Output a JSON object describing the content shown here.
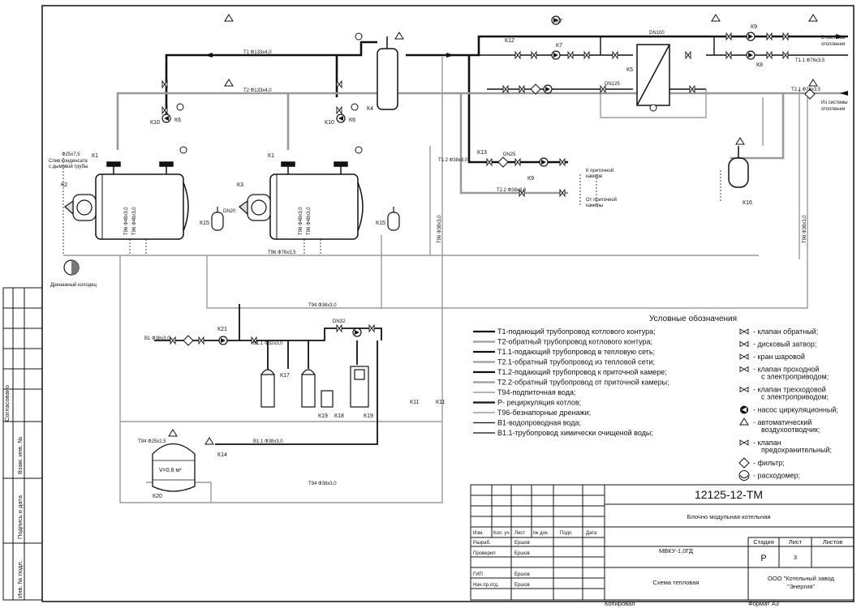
{
  "sheet": {
    "doc_code": "12125-12-ТМ",
    "object": "Блочно модульная котельная",
    "model": "МВКУ-1,0ГД",
    "drawing_title": "Схема тепловая",
    "company": [
      "ООО \"Котельный завод",
      "\"Энергия\""
    ],
    "stage_header": "Стадия",
    "sheet_header": "Лист",
    "sheets_header": "Листов",
    "stage": "Р",
    "sheet_no": "3",
    "copied": "Копировал",
    "format": "Формат А3",
    "rev_headers": [
      "Изм.",
      "Кол. уч",
      "Лист",
      "№ док.",
      "Подп.",
      "Дата"
    ],
    "roles": [
      {
        "role": "Разраб.",
        "name": "Ершов"
      },
      {
        "role": "Проверил",
        "name": "Ершов"
      },
      {
        "role": "",
        "name": ""
      },
      {
        "role": "ГИП",
        "name": "Ершов"
      },
      {
        "role": "Нач.пр.отд.",
        "name": "Ершов"
      }
    ],
    "side_stamps": [
      "Согласовано",
      "Взам. инв. №",
      "Подпись и дата",
      "Инв. № подл."
    ]
  },
  "legend": {
    "title": "Условные обозначения",
    "lines": [
      {
        "text": "Т1-подающий трубопровод котлового контура;",
        "style": "thick"
      },
      {
        "text": "Т2-обратный трубопровод котлового контура;",
        "style": "thick-gray"
      },
      {
        "text": "Т1.1-подающий трубопровод в тепловую сеть;",
        "style": "thick"
      },
      {
        "text": "Т2.1-обратный трубопровод из тепловой сети;",
        "style": "thick-gray"
      },
      {
        "text": "Т1.2-подающий трубопровод к приточной камере;",
        "style": "thick"
      },
      {
        "text": "Т2.2-обратный трубопровод от приточной камеры;",
        "style": "thick-gray"
      },
      {
        "text": "Т94-подпиточная вода;",
        "style": "gray"
      },
      {
        "text": "Р- рециркуляция котлов;",
        "style": "thick"
      },
      {
        "text": "Т96-безнапорные дренажи;",
        "style": "gray"
      },
      {
        "text": "В1-водопроводная вода;",
        "style": "thin"
      },
      {
        "text": "В1.1-трубопровод химически очищеной воды;",
        "style": "thin"
      }
    ],
    "symbols": [
      {
        "icon": "check-valve-icon",
        "text": [
          "- клапан обратный;"
        ]
      },
      {
        "icon": "butterfly-valve-icon",
        "text": [
          "- дисковый затвор;"
        ]
      },
      {
        "icon": "ball-valve-icon",
        "text": [
          "- кран шаровой"
        ]
      },
      {
        "icon": "motor-valve-icon",
        "text": [
          "- клапан проходной",
          "с электроприводом;"
        ]
      },
      {
        "icon": "three-way-valve-icon",
        "text": [
          "- клапан трехходовой",
          "с электроприводом;"
        ]
      },
      {
        "icon": "pump-icon",
        "text": [
          "- насос циркуляционный;"
        ]
      },
      {
        "icon": "air-vent-icon",
        "text": [
          "- автоматический",
          "воздухоотводчик;"
        ]
      },
      {
        "icon": "safety-valve-icon",
        "text": [
          "- клапан",
          "предохранительный;"
        ]
      },
      {
        "icon": "filter-icon",
        "text": [
          "- фильтр;"
        ]
      },
      {
        "icon": "flowmeter-icon",
        "text": [
          "- расходомер;"
        ]
      }
    ]
  },
  "labels": {
    "K1a": "К1",
    "K1b": "К1",
    "K2": "К2",
    "K3": "К3",
    "K4": "К4",
    "K5": "К5",
    "K6a": "К6",
    "K6b": "К6",
    "K7a": "К7",
    "K7b": "К7",
    "K8": "К8",
    "K9a": "К9",
    "K9b": "К9",
    "K10a": "К10",
    "K10b": "К10",
    "K11a": "К11",
    "K11b": "К11",
    "K12": "К12",
    "K13": "К13",
    "K14": "К14",
    "K15a": "К15",
    "K15b": "К15",
    "K16": "К16",
    "K17": "К17",
    "K18": "К18",
    "K19a": "К19",
    "K19b": "К19",
    "K20": "К20",
    "K21": "К21",
    "flue": "Ф25х7,5",
    "condensate": [
      "Слив конденсата",
      "с дымовой трубы"
    ],
    "drain_well": "Дренажный колодец",
    "to_heating": [
      "В системы",
      "отопления"
    ],
    "from_heating": [
      "Из системы",
      "отопления"
    ],
    "to_supply": [
      "К приточной",
      "камере"
    ],
    "from_supply": [
      "От приточной",
      "камеры"
    ],
    "tank": "V=0,8 м³",
    "pipe_T1": "Т1 Ф133х4,0",
    "pipe_T2": "Т2 Ф133х4,0",
    "pipe_T96": "Т96 Ф76х3,5",
    "pipe_T94": "Т94 Ф38х3,0",
    "pipe_T94b": "Т94 Ф38х3,0",
    "pipe_B1": "В1 Ф38х3,0",
    "pipe_B11": "В1.1 Ф32х3,0",
    "pipe_B11b": "В1.1 Ф38х3,0",
    "pipe_T12": "Т1.2 Ф38х3,0",
    "pipe_T22": "Т2.2 Ф38х3,0",
    "pipe_T11": "Т1.1 Ф76х3,5",
    "pipe_T21": "Т2.1 Ф76х3,5",
    "pipe_T96v1": "Т96 Ф48х3,0",
    "pipe_T96v2": "Т96 Ф48х3,0",
    "pipe_T96v3": "Т96 Ф48х3,0",
    "pipe_T96v4": "Т96 Ф48х3,0",
    "pipe_T96v5": "Т96 Ф38х3,0",
    "pipe_T96v6": "Т96 Ф38х3,0",
    "pipe_T94c": "Т94 Ф25х2,5",
    "dn": "DN125",
    "dn100": "DN100",
    "dn25": "DN25",
    "dn20": "DN20",
    "dn32": "DN32"
  }
}
